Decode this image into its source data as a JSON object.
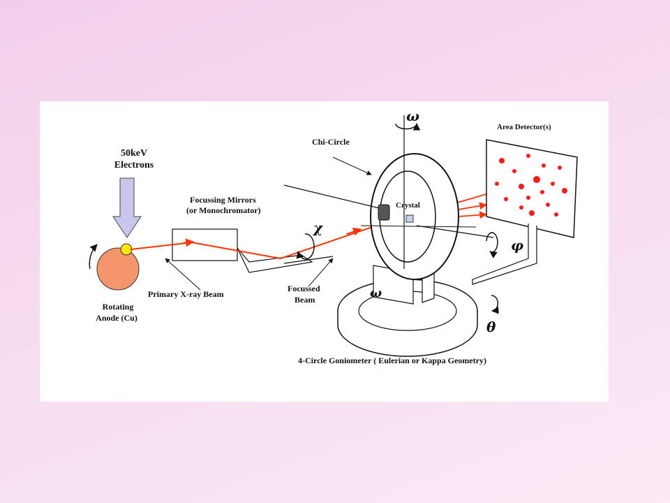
{
  "diagram": {
    "labels": {
      "electrons_line1": "50keV",
      "electrons_line2": "Electrons",
      "mirrors_line1": "Focussing Mirrors",
      "mirrors_line2": "(or Monochromator)",
      "chi_circle": "Chi-Circle",
      "area_detector": "Area Detector(s)",
      "crystal": "Crystal",
      "primary_beam": "Primary X-ray Beam",
      "focussed_line1": "Focussed",
      "focussed_line2": "Beam",
      "anode_line1": "Rotating",
      "anode_line2": "Anode (Cu)",
      "goniometer": "4-Circle Goniometer ( Eulerian or Kappa Geometry)"
    },
    "greek": {
      "omega_top": "ω",
      "omega_base": "ω",
      "chi": "χ",
      "phi": "φ",
      "theta": "θ"
    },
    "colors": {
      "beam": "#ff3300",
      "anode": "#f4956a",
      "focal_spot": "#ffe600",
      "electron_arrow": "#c9c6ec",
      "spots": "#ff1a1a"
    }
  }
}
